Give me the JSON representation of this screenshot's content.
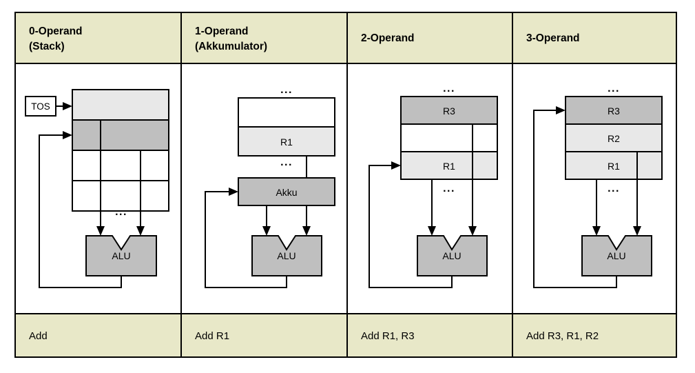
{
  "diagram": {
    "title_row": [
      {
        "line1": "0-Operand",
        "line2": "(Stack)"
      },
      {
        "line1": "1-Operand",
        "line2": "(Akkumulator)"
      },
      {
        "line1": "2-Operand",
        "line2": ""
      },
      {
        "line1": "3-Operand",
        "line2": ""
      }
    ],
    "instructions": [
      "Add",
      "Add   R1",
      "Add   R1, R3",
      "Add   R3, R1, R2"
    ],
    "columns": [
      {
        "name": "zero-operand-stack",
        "pointer_label": "TOS",
        "ellipsis_top": "",
        "ellipsis_bottom": "...",
        "cells": [
          {
            "label": "",
            "shade": "light"
          },
          {
            "label": "",
            "shade": "mid"
          },
          {
            "label": "",
            "shade": "white"
          },
          {
            "label": "",
            "shade": "white"
          }
        ],
        "alu_label": "ALU"
      },
      {
        "name": "one-operand-akkumulator",
        "pointer_label": "",
        "ellipsis_top": "...",
        "ellipsis_bottom": "...",
        "cells": [
          {
            "label": "",
            "shade": "white"
          },
          {
            "label": "R1",
            "shade": "light"
          }
        ],
        "accumulator_label": "Akku",
        "alu_label": "ALU"
      },
      {
        "name": "two-operand",
        "pointer_label": "",
        "ellipsis_top": "...",
        "ellipsis_bottom": "...",
        "cells": [
          {
            "label": "R3",
            "shade": "mid"
          },
          {
            "label": "",
            "shade": "white"
          },
          {
            "label": "R1",
            "shade": "light"
          }
        ],
        "alu_label": "ALU"
      },
      {
        "name": "three-operand",
        "pointer_label": "",
        "ellipsis_top": "...",
        "ellipsis_bottom": "...",
        "cells": [
          {
            "label": "R3",
            "shade": "mid"
          },
          {
            "label": "R2",
            "shade": "light"
          },
          {
            "label": "R1",
            "shade": "light"
          }
        ],
        "alu_label": "ALU"
      }
    ],
    "colors": {
      "header_bg": "#e8e8c8",
      "footer_bg": "#e8e8c8",
      "shade_light": "#e8e8e8",
      "shade_mid": "#bfbfbf",
      "alu_fill": "#bfbfbf",
      "border": "#000000",
      "page_bg": "#ffffff"
    }
  }
}
